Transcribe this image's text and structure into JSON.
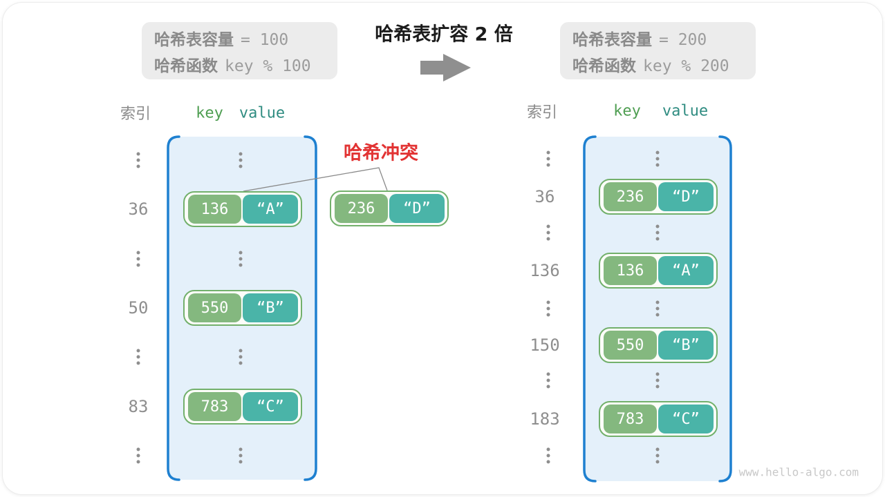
{
  "title": "哈希表扩容 2 倍",
  "info_left": {
    "line1_label": "哈希表容量",
    "line1_value": "= 100",
    "line2_label": "哈希函数",
    "line2_value": "key % 100"
  },
  "info_right": {
    "line1_label": "哈希表容量",
    "line1_value": "= 200",
    "line2_label": "哈希函数",
    "line2_value": "key % 200"
  },
  "headers": {
    "index": "索引",
    "key": "key",
    "value": "value"
  },
  "left_table": {
    "entries": [
      {
        "index": "36",
        "key": "136",
        "value": "“A”"
      },
      {
        "index": "50",
        "key": "550",
        "value": "“B”"
      },
      {
        "index": "83",
        "key": "783",
        "value": "“C”"
      }
    ]
  },
  "collision": {
    "label": "哈希冲突",
    "entry": {
      "key": "236",
      "value": "“D”"
    }
  },
  "right_table": {
    "entries": [
      {
        "index": "36",
        "key": "236",
        "value": "“D”"
      },
      {
        "index": "136",
        "key": "136",
        "value": "“A”"
      },
      {
        "index": "150",
        "key": "550",
        "value": "“B”"
      },
      {
        "index": "183",
        "key": "783",
        "value": "“C”"
      }
    ]
  },
  "watermark": "www.hello-algo.com",
  "colors": {
    "key_box_green": "#84b87f",
    "value_box_teal": "#4ab4a8",
    "pair_border_green": "#72b06b",
    "table_fill_blue": "#e4f0fa",
    "table_border_blue": "#1e80d0",
    "header_key_green": "#4f9e52",
    "header_value_teal": "#2f8c81",
    "collision_red": "#e23333",
    "arrow_gray": "#8f8f8f",
    "info_box_gray": "#ececec"
  }
}
